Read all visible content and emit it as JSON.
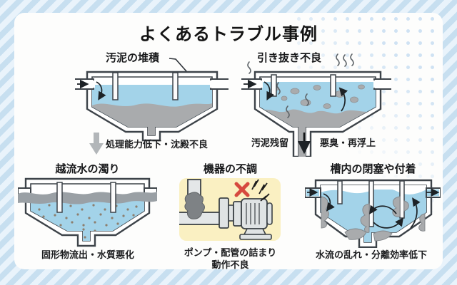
{
  "page": {
    "title": "よくあるトラブル事例"
  },
  "colors": {
    "frame_stripe_blue": "#c7dff0",
    "card_white": "#fdfdfc",
    "water_blue": "#a3d3e9",
    "sludge_gray": "#a9abad",
    "outline_dark": "#3d4349",
    "alert_red": "#d6493f",
    "warning_panel_yellow": "#faf0c2",
    "dot_pattern_blue": "#cfe2f3"
  },
  "panels": {
    "sludge_accumulation": {
      "title": "汚泥の堆積",
      "caption": "処理能力低下・沈殿不良"
    },
    "poor_extraction": {
      "title": "引き抜き不良",
      "caption_left": "汚泥残留",
      "caption_right": "悪臭・再浮上"
    },
    "overflow_turbidity": {
      "title": "越流水の濁り",
      "caption": "固形物流出・水質悪化"
    },
    "equipment_malfunction": {
      "title": "機器の不調",
      "caption_line1": "ポンプ・配管の詰まり",
      "caption_line2": "動作不良"
    },
    "tank_blockage": {
      "title": "槽内の閉塞や付着",
      "caption": "水流の乱れ・分離効率低下"
    }
  }
}
